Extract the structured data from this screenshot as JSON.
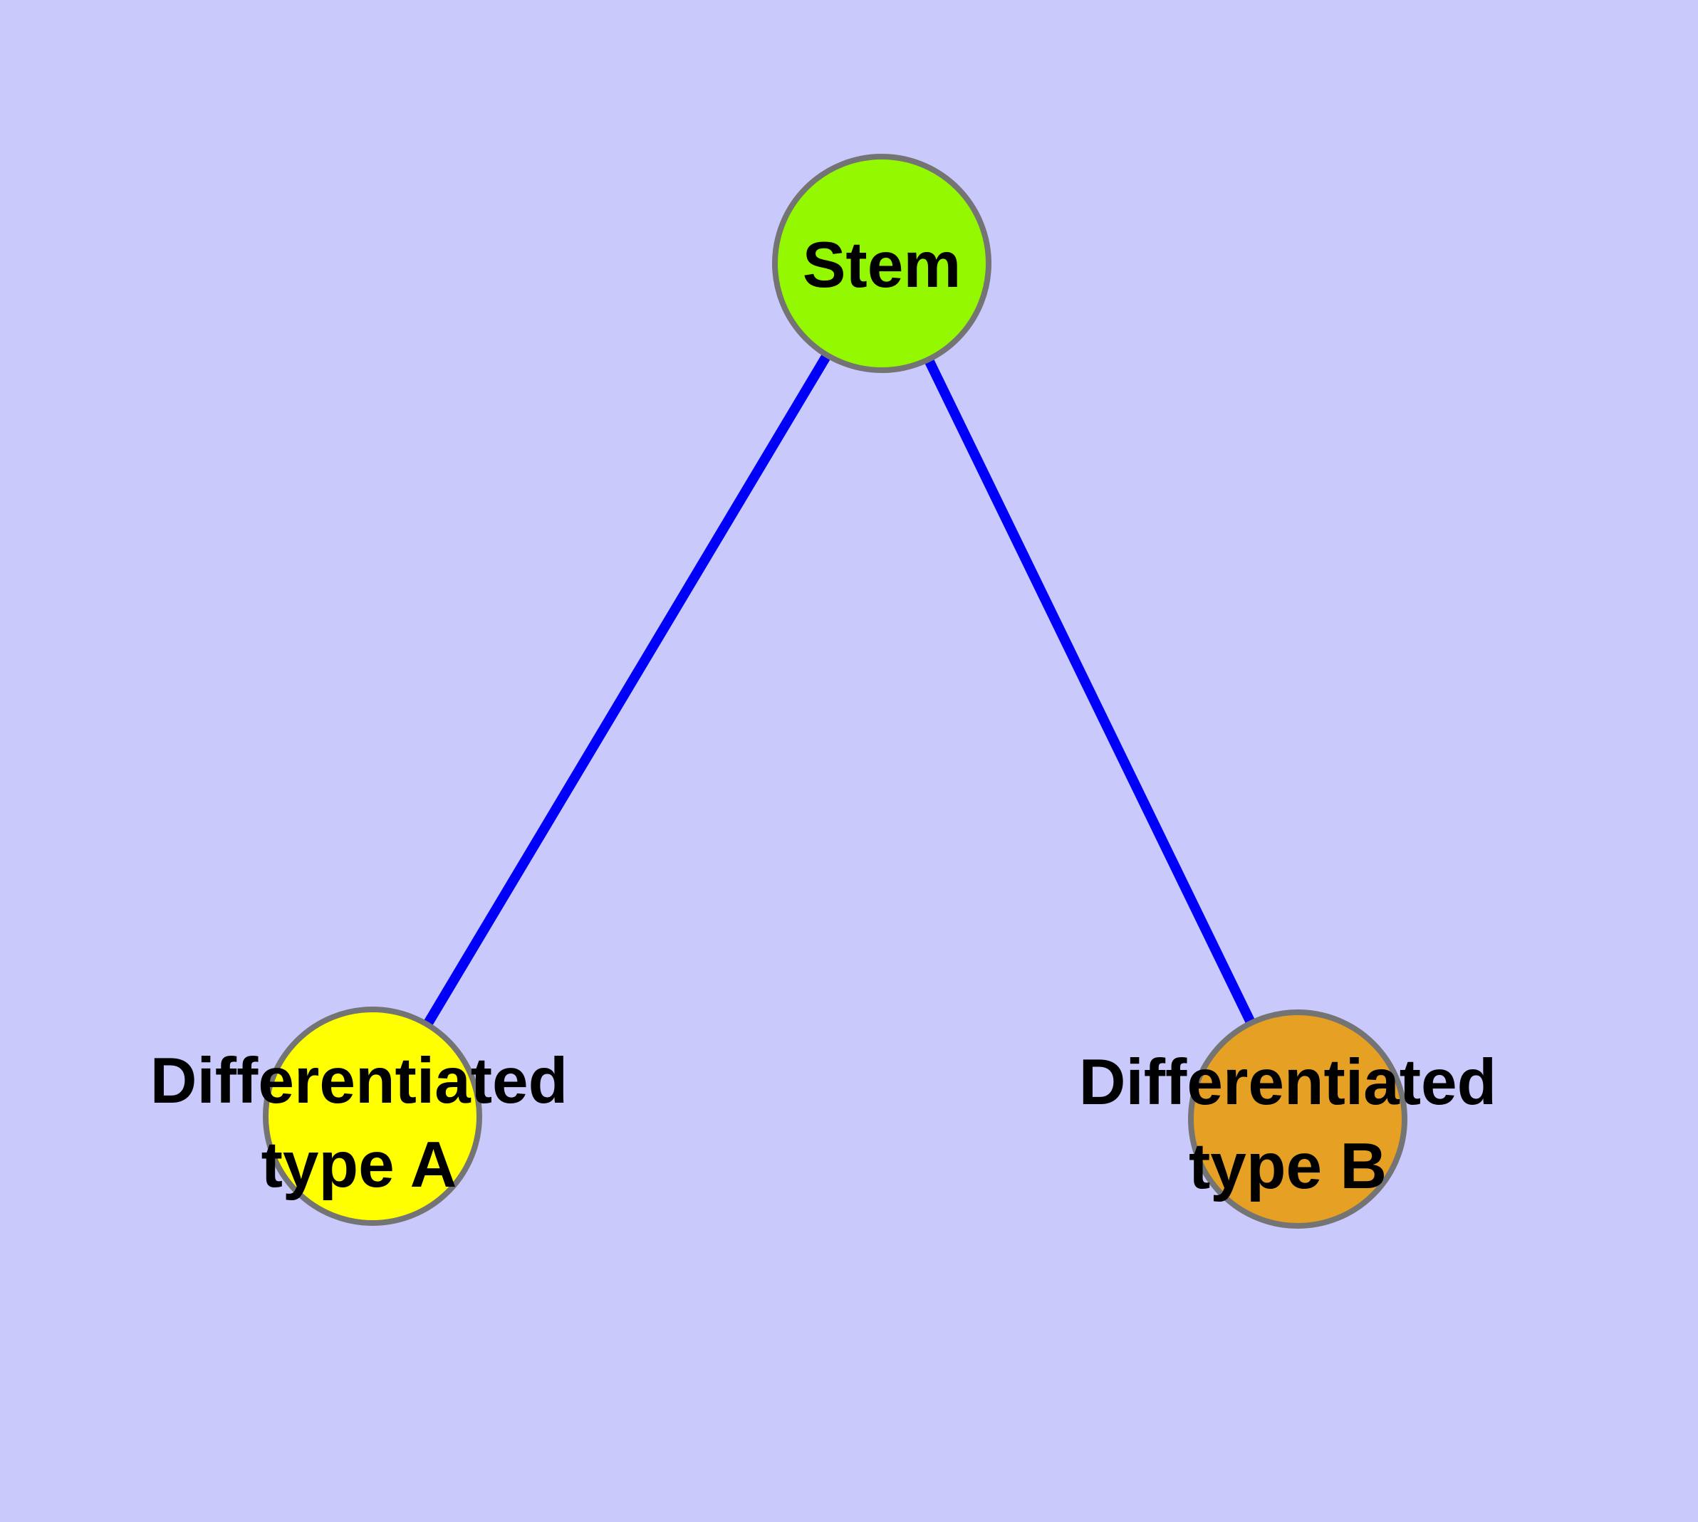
{
  "colors": {
    "background": "#C9C9FC",
    "edge": "#0000FA",
    "node_border": "#747474",
    "text": "#000000"
  },
  "nodes": {
    "stem": {
      "label": "Stem",
      "fill": "#94F900"
    },
    "type_a": {
      "label_line1": "Differentiated",
      "label_line2": "type A",
      "fill": "#FFFF00"
    },
    "type_b": {
      "label_line1": "Differentiated",
      "label_line2": "type B",
      "fill": "#E6A024"
    }
  },
  "edges": [
    {
      "from": "Stem",
      "to": "Differentiated type A"
    },
    {
      "from": "Stem",
      "to": "Differentiated type B"
    }
  ]
}
